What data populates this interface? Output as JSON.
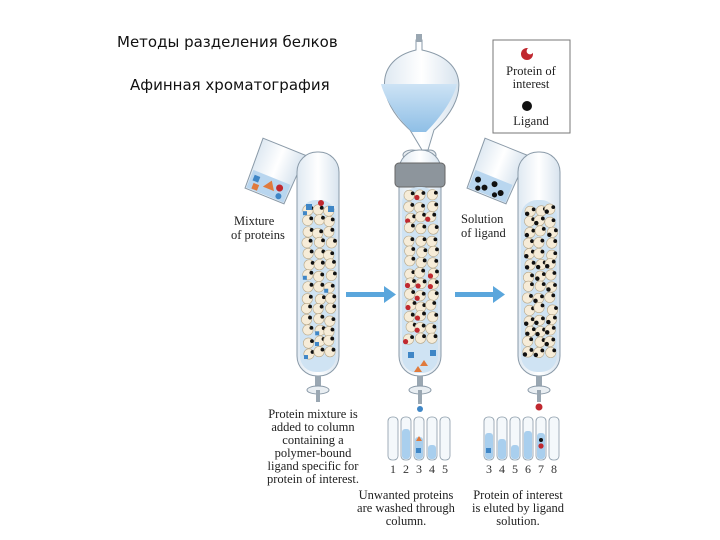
{
  "slide": {
    "title": "Методы разделения белков",
    "subtitle": "Афинная хроматография"
  },
  "legend": {
    "protein_label": [
      "Protein of",
      "interest"
    ],
    "ligand_label": "Ligand",
    "protein_color": "#c0282f",
    "ligand_color": "#111111"
  },
  "labels": {
    "mixture": [
      "Mixture",
      "of proteins"
    ],
    "ligand_solution": [
      "Solution",
      "of ligand"
    ],
    "step1": [
      "Protein mixture is",
      "added to column",
      "containing a",
      "polymer-bound",
      "ligand specific for",
      "protein of interest."
    ],
    "step2": [
      "Unwanted proteins",
      "are washed through",
      "column."
    ],
    "step3": [
      "Protein of interest",
      "is eluted by ligand",
      "solution."
    ]
  },
  "tubes": {
    "wash_numbers": [
      "1",
      "2",
      "3",
      "4",
      "5"
    ],
    "elute_numbers": [
      "3",
      "4",
      "5",
      "6",
      "7",
      "8"
    ]
  },
  "colors": {
    "arrow": "#5aa6dc",
    "liquid": "#a9cfee",
    "glass": "#f4f8fb",
    "bead": "#f6ecd8",
    "unwanted_blue": "#3f86c6",
    "unwanted_orange": "#e07a3c"
  }
}
